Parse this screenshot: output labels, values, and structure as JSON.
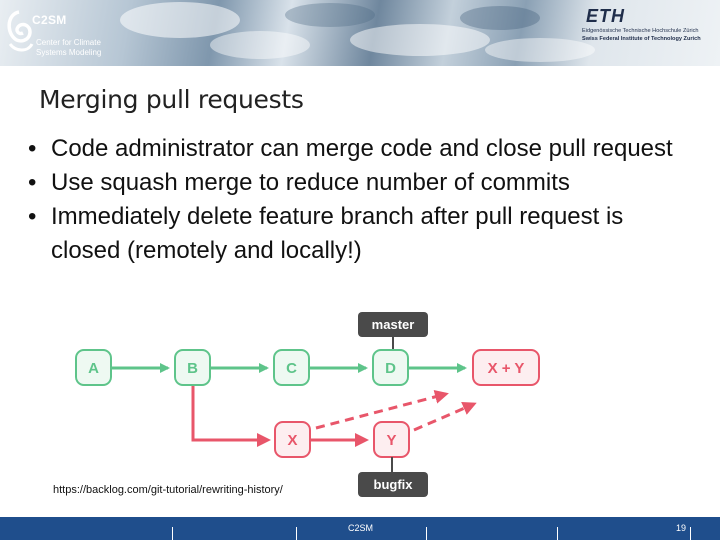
{
  "header": {
    "logo_brand": "C2SM",
    "logo_subtitle_line1": "Center for Climate",
    "logo_subtitle_line2": "Systems Modeling",
    "eth_logo": "ETH",
    "eth_line1": "Eidgenössische Technische Hochschule Zürich",
    "eth_line2": "Swiss Federal Institute of Technology Zurich"
  },
  "slide": {
    "title": "Merging pull requests",
    "bullets": [
      "Code administrator can merge code and close pull request",
      "Use squash merge to reduce number of commits",
      "Immediately delete feature branch after pull request is closed (remotely and locally!)"
    ],
    "bullet_glyph": "•"
  },
  "diagram": {
    "nodes": {
      "a": "A",
      "b": "B",
      "c": "C",
      "d": "D",
      "xy": "X + Y",
      "x": "X",
      "y": "Y"
    },
    "labels": {
      "master": "master",
      "bugfix": "bugfix"
    },
    "colors": {
      "green": "#5ec48a",
      "red": "#e8566a",
      "tag": "#4a4a4a"
    }
  },
  "source_url": "https://backlog.com/git-tutorial/rewriting-history/",
  "footer": {
    "org": "C2SM",
    "page_number": "19",
    "bar_color": "#1f4e8c"
  }
}
